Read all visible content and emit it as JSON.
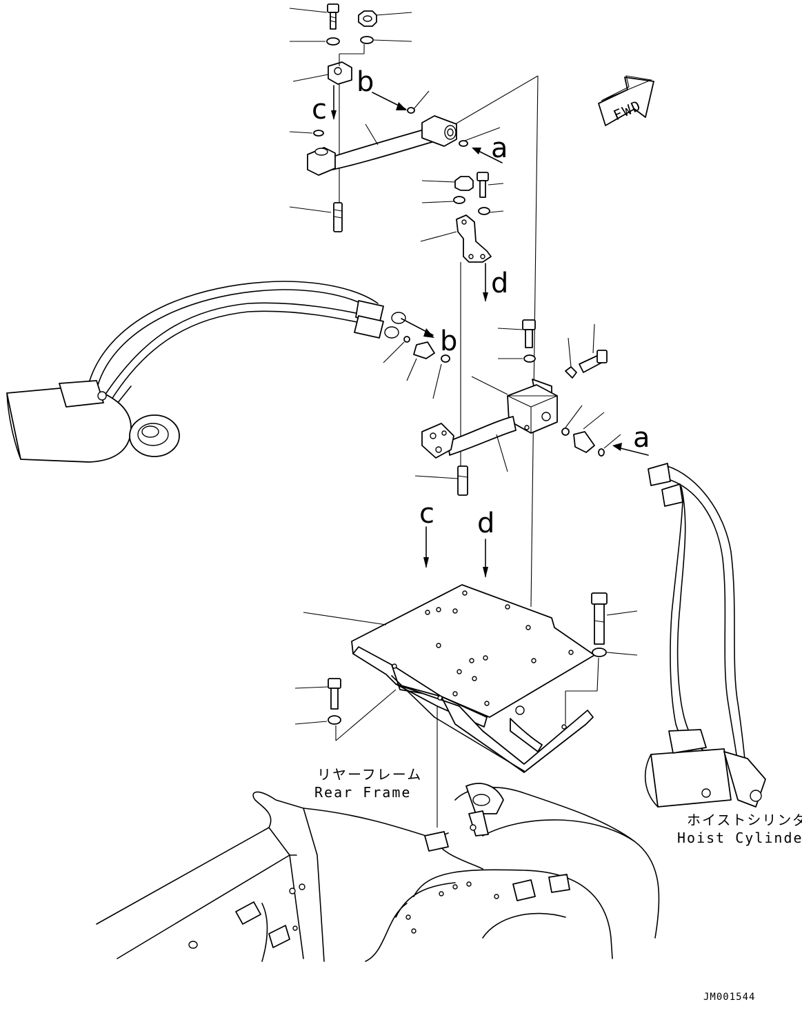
{
  "callouts": {
    "a": "a",
    "b": "b",
    "c": "c",
    "d": "d"
  },
  "captions": {
    "rear_frame_jp": "リヤーフレーム",
    "rear_frame_en": "Rear Frame",
    "hoist_cylinder_jp": "ホイストシリンダ",
    "hoist_cylinder_en": "Hoist Cylinder"
  },
  "fwd_label": "FWD",
  "drawing_code": "JM001544"
}
